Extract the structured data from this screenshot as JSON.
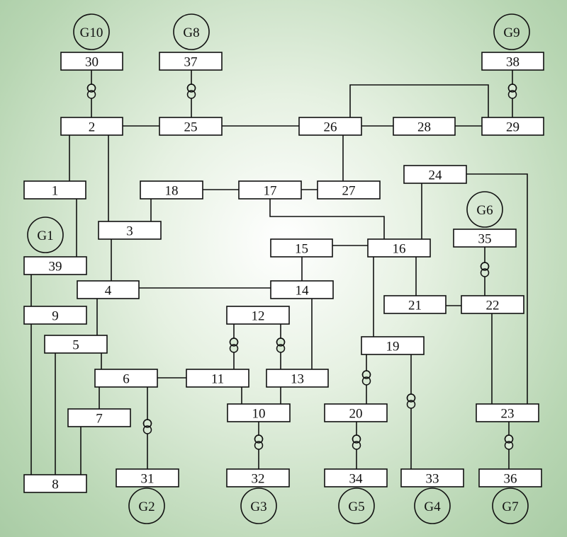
{
  "buses": [
    "1",
    "2",
    "3",
    "4",
    "5",
    "6",
    "7",
    "8",
    "9",
    "10",
    "11",
    "12",
    "13",
    "14",
    "15",
    "16",
    "17",
    "18",
    "19",
    "20",
    "21",
    "22",
    "23",
    "24",
    "25",
    "26",
    "27",
    "28",
    "29",
    "30",
    "31",
    "32",
    "33",
    "34",
    "35",
    "36",
    "37",
    "38",
    "39"
  ],
  "generators": [
    "G1",
    "G2",
    "G3",
    "G4",
    "G5",
    "G6",
    "G7",
    "G8",
    "G9",
    "G10"
  ],
  "connections": {
    "lines": [
      [
        "1",
        "2"
      ],
      [
        "1",
        "39"
      ],
      [
        "2",
        "3"
      ],
      [
        "2",
        "25"
      ],
      [
        "3",
        "4"
      ],
      [
        "3",
        "18"
      ],
      [
        "4",
        "5"
      ],
      [
        "4",
        "14"
      ],
      [
        "5",
        "6"
      ],
      [
        "5",
        "8"
      ],
      [
        "6",
        "7"
      ],
      [
        "6",
        "11"
      ],
      [
        "7",
        "8"
      ],
      [
        "8",
        "9"
      ],
      [
        "9",
        "39"
      ],
      [
        "10",
        "11"
      ],
      [
        "10",
        "13"
      ],
      [
        "13",
        "14"
      ],
      [
        "14",
        "15"
      ],
      [
        "15",
        "16"
      ],
      [
        "16",
        "17"
      ],
      [
        "16",
        "19"
      ],
      [
        "16",
        "21"
      ],
      [
        "16",
        "24"
      ],
      [
        "17",
        "18"
      ],
      [
        "17",
        "27"
      ],
      [
        "21",
        "22"
      ],
      [
        "22",
        "23"
      ],
      [
        "23",
        "24"
      ],
      [
        "25",
        "26"
      ],
      [
        "26",
        "27"
      ],
      [
        "26",
        "28"
      ],
      [
        "26",
        "29"
      ],
      [
        "28",
        "29"
      ]
    ],
    "transformers": [
      [
        "2",
        "30"
      ],
      [
        "25",
        "37"
      ],
      [
        "29",
        "38"
      ],
      [
        "12",
        "11"
      ],
      [
        "12",
        "13"
      ],
      [
        "6",
        "31"
      ],
      [
        "10",
        "32"
      ],
      [
        "19",
        "20"
      ],
      [
        "19",
        "33"
      ],
      [
        "20",
        "34"
      ],
      [
        "22",
        "35"
      ],
      [
        "23",
        "36"
      ]
    ],
    "generator_buses": {
      "G1": "39",
      "G2": "31",
      "G3": "32",
      "G4": "33",
      "G5": "34",
      "G6": "35",
      "G7": "36",
      "G8": "37",
      "G9": "38",
      "G10": "30"
    }
  }
}
